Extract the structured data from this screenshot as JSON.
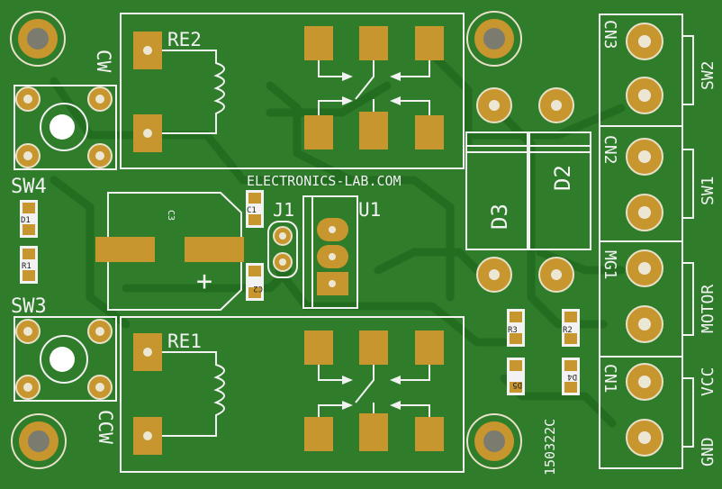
{
  "board": {
    "brand": "ELECTRONICS-LAB.COM",
    "revision": "150322C",
    "colors": {
      "substrate": "#2f7d2b",
      "copper_pad": "#c8962e",
      "silkscreen": "#f2f2f2",
      "trace": "#236d21"
    }
  },
  "labels": {
    "re2": "RE2",
    "re1": "RE1",
    "sw4": "SW4",
    "sw3": "SW3",
    "cw": "CW",
    "ccw": "CCW",
    "j1": "J1",
    "u1": "U1",
    "c1": "C1",
    "c2": "C2",
    "c3": "C3",
    "d1": "D1",
    "r1": "R1",
    "d2": "D2",
    "d3": "D3",
    "r2": "R2",
    "r3": "R3",
    "d4": "D4",
    "d5": "D5",
    "cn3": "CN3",
    "cn2": "CN2",
    "mg1": "MG1",
    "cn1": "CN1",
    "sw2": "SW2",
    "sw1": "SW1",
    "motor": "MOTOR",
    "vcc": "VCC",
    "gnd": "GND",
    "plus": "+"
  }
}
